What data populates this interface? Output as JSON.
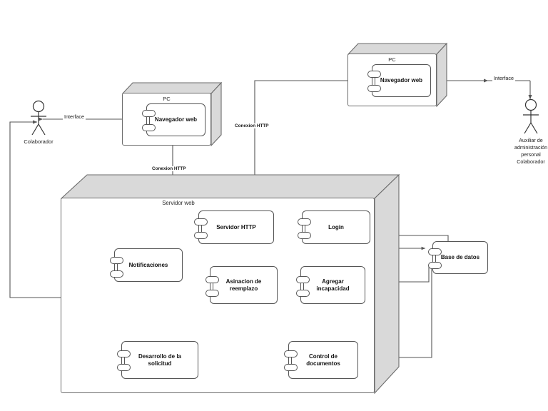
{
  "diagram": {
    "type": "uml-deployment-diagram",
    "background": "#ffffff",
    "line_color": "#555555",
    "node_fill_3d": "#d9d9d9"
  },
  "actors": [
    {
      "id": "colaborador",
      "name": "Colaborador",
      "label_lines": [
        "Colaborador"
      ],
      "position": "left"
    },
    {
      "id": "auxiliar",
      "name": "Auxiliar de administración personal Colaborador",
      "label_lines": [
        "Auxiliar de",
        "administración",
        "personal",
        "Colaborador"
      ],
      "position": "right"
    }
  ],
  "nodes": [
    {
      "id": "pc_left",
      "label": "PC",
      "component": {
        "id": "navegador_web_left",
        "label": "Navegador web"
      }
    },
    {
      "id": "pc_right",
      "label": "PC",
      "component": {
        "id": "navegador_web_right",
        "label": "Navegador web"
      }
    },
    {
      "id": "servidor_web",
      "label": "Servidor web"
    }
  ],
  "components": [
    {
      "id": "servidor_http",
      "label": "Servidor HTTP",
      "lines": [
        "Servidor HTTP"
      ]
    },
    {
      "id": "login",
      "label": "Login",
      "lines": [
        "Login"
      ]
    },
    {
      "id": "notificaciones",
      "label": "Notificaciones",
      "lines": [
        "Notificaciones"
      ]
    },
    {
      "id": "asinacion_reemplazo",
      "label": "Asinacion de reemplazo",
      "lines": [
        "Asinacion de",
        "reemplazo"
      ]
    },
    {
      "id": "agregar_incapacidad",
      "label": "Agregar incapacidad",
      "lines": [
        "Agregar",
        "incapacidad"
      ]
    },
    {
      "id": "desarrollo_solicitud",
      "label": "Desarrollo de la solicitud",
      "lines": [
        "Desarrollo de la",
        "solicitud"
      ]
    },
    {
      "id": "control_documentos",
      "label": "Control de documentos",
      "lines": [
        "Control de",
        "documentos"
      ]
    },
    {
      "id": "base_de_datos",
      "label": "Base de datos",
      "lines": [
        "Base de datos"
      ]
    }
  ],
  "edge_labels": {
    "interface_left": "Interface",
    "interface_right": "Interface",
    "conexion_http_left": "Conexion HTTP",
    "conexion_http_right": "Conexion HTTP"
  },
  "connections": [
    {
      "from": "pc_left.navegador_web",
      "to": "colaborador",
      "label": "Interface",
      "bidirectional": true
    },
    {
      "from": "auxiliar",
      "to": "pc_right.navegador_web",
      "label": "Interface"
    },
    {
      "from": "pc_left.navegador_web",
      "to": "servidor_http",
      "label": "Conexion HTTP"
    },
    {
      "from": "pc_right.navegador_web",
      "to": "login",
      "label": "Conexion HTTP"
    },
    {
      "from": "servidor_http",
      "to": "login",
      "bidirectional": true
    },
    {
      "from": "login",
      "to": "agregar_incapacidad"
    },
    {
      "from": "login",
      "to": "base_de_datos"
    },
    {
      "from": "login",
      "to": "control_documentos"
    },
    {
      "from": "agregar_incapacidad",
      "to": "asinacion_reemplazo"
    },
    {
      "from": "asinacion_reemplazo",
      "to": "desarrollo_solicitud"
    },
    {
      "from": "notificaciones",
      "to": "desarrollo_solicitud",
      "bidirectional": true
    },
    {
      "from": "control_documentos",
      "to": "desarrollo_solicitud"
    },
    {
      "from": "base_de_datos",
      "to": "login"
    },
    {
      "from": "base_de_datos",
      "to": "agregar_incapacidad"
    },
    {
      "from": "base_de_datos",
      "to": "control_documentos"
    },
    {
      "from": "notificaciones",
      "to": "colaborador"
    }
  ]
}
